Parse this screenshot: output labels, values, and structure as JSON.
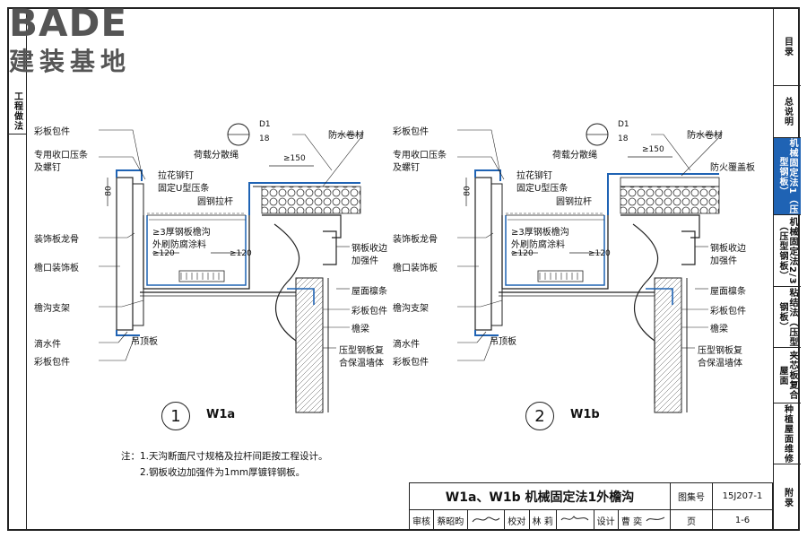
{
  "logo": {
    "brand": "BADE",
    "sub": "建装基地"
  },
  "left_tabs": [
    {
      "label": "工程做法"
    }
  ],
  "right_tabs": [
    {
      "label": "目录",
      "active": false
    },
    {
      "label": "总说明",
      "active": false
    },
    {
      "label": "机械固定法1（压型钢板）",
      "active": true
    },
    {
      "label": "机械固定法2/3（压型钢板）",
      "active": false
    },
    {
      "label": "粘结法（压型钢板）",
      "active": false
    },
    {
      "label": "夹芯板复合屋面",
      "active": false
    },
    {
      "label": "种植屋面维修",
      "active": false
    },
    {
      "label": "附录",
      "active": false
    }
  ],
  "detail1": {
    "number": "1",
    "id": "W1a",
    "callout": {
      "top": "D1",
      "bottom": "18"
    },
    "labels_left": [
      "彩板包件",
      "专用收口压条",
      "及螺钉",
      "装饰板龙骨",
      "檐口装饰板",
      "檐沟支架",
      "滴水件",
      "彩板包件"
    ],
    "labels_inner": [
      "荷载分散绳",
      "拉花铆钉",
      "固定U型压条",
      "圆钢拉杆",
      "≥3厚钢板檐沟",
      "外刷防腐涂料",
      "吊顶板"
    ],
    "labels_right": [
      "防水卷材",
      "钢板收边",
      "加强件",
      "屋面檩条",
      "彩板包件",
      "檐梁",
      "压型钢板复",
      "合保温墙体"
    ],
    "dims": [
      "80",
      "≥150",
      "≥120",
      "≥120"
    ]
  },
  "detail2": {
    "number": "2",
    "id": "W1b",
    "callout": {
      "top": "D1",
      "bottom": "18"
    },
    "labels_left": [
      "彩板包件",
      "专用收口压条",
      "及螺钉",
      "装饰板龙骨",
      "檐口装饰板",
      "檐沟支架",
      "滴水件",
      "彩板包件"
    ],
    "labels_inner": [
      "荷载分散绳",
      "拉花铆钉",
      "固定U型压条",
      "圆钢拉杆",
      "≥3厚钢板檐沟",
      "外刷防腐涂料",
      "吊顶板"
    ],
    "labels_right": [
      "防水卷材",
      "防火覆盖板",
      "钢板收边",
      "加强件",
      "屋面檩条",
      "彩板包件",
      "檐梁",
      "压型钢板复",
      "合保温墙体"
    ],
    "dims": [
      "80",
      "≥150",
      "≥120",
      "≥120"
    ]
  },
  "notes": {
    "prefix": "注：",
    "items": [
      "1.天沟断面尺寸规格及拉杆间距按工程设计。",
      "2.钢板收边加强件为1mm厚镀锌钢板。"
    ]
  },
  "title_block": {
    "title": "W1a、W1b 机械固定法1外檐沟",
    "atlas_label": "图集号",
    "atlas_no": "15J207-1",
    "review_label": "审核",
    "reviewer": "蔡昭昀",
    "check_label": "校对",
    "checker": "林 莉",
    "design_label": "设计",
    "designer": "曹 奕",
    "page_label": "页",
    "page_no": "1-6"
  },
  "colors": {
    "accent": "#1f63b4",
    "line": "#222222"
  }
}
